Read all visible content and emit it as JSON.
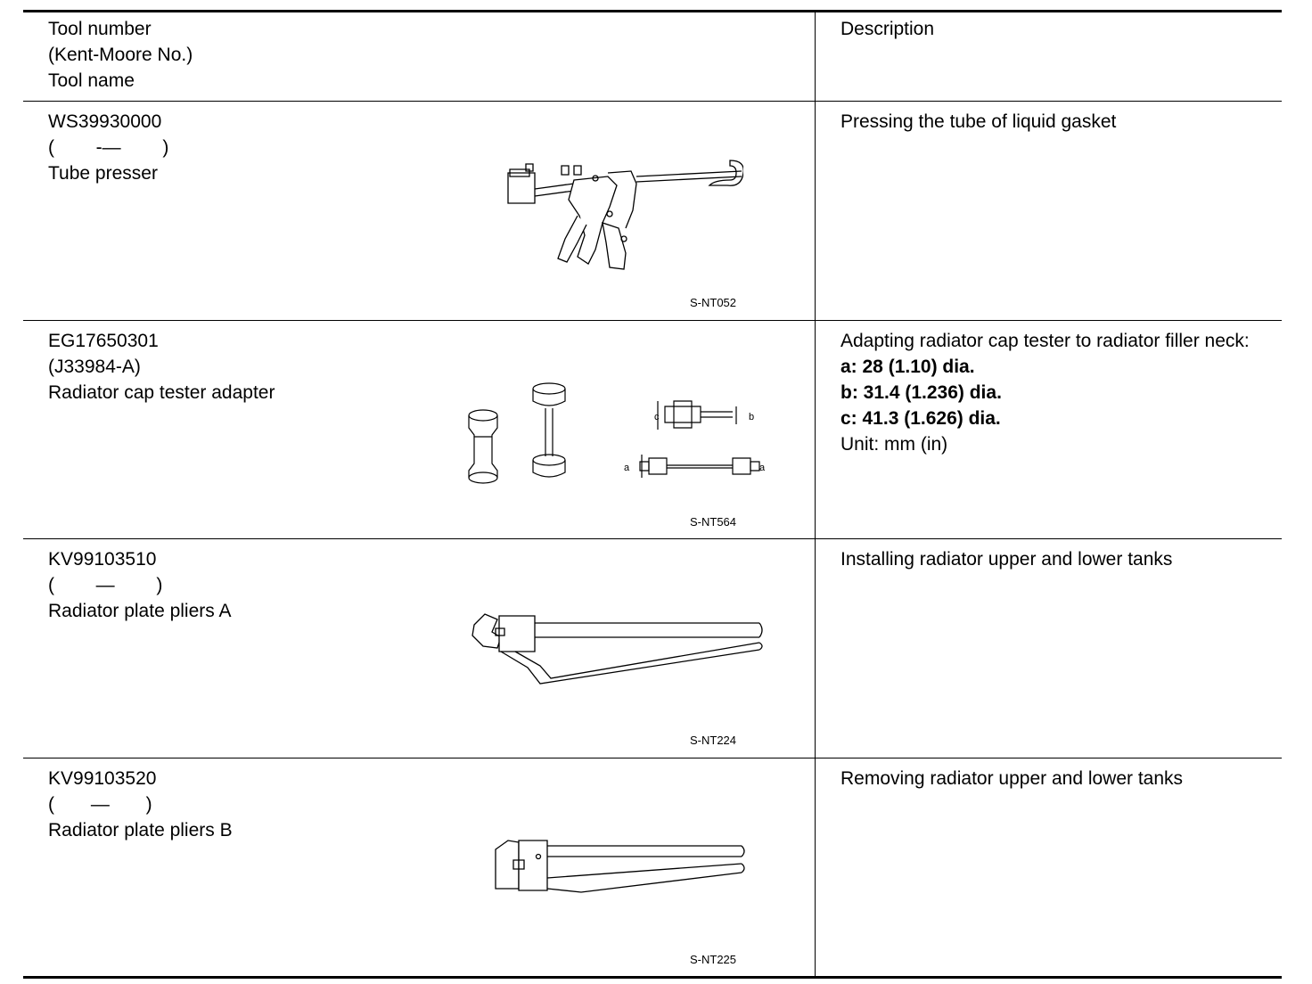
{
  "header": {
    "col1": [
      "Tool number",
      "(Kent-Moore No.)",
      "Tool name"
    ],
    "col2": "Description"
  },
  "rows": [
    {
      "tool_number": "WS39930000",
      "kent_moore": "(        -—        )",
      "tool_name": "Tube presser",
      "description": [
        "Pressing the tube of liquid gasket"
      ],
      "figure_code": "S-NT052",
      "icon": "tube-presser-illustration"
    },
    {
      "tool_number": "EG17650301",
      "kent_moore": "(J33984-A)",
      "tool_name": "Radiator cap tester adapter",
      "description": [
        "Adapting radiator cap tester to radiator filler neck:",
        "a: 28 (1.10) dia.",
        "b: 31.4 (1.236) dia.",
        "c: 41.3 (1.626) dia.",
        "Unit: mm (in)"
      ],
      "figure_code": "S-NT564",
      "figure_labels": [
        "c",
        "b",
        "a",
        "a"
      ],
      "icon": "cap-tester-adapter-illustration"
    },
    {
      "tool_number": "KV99103510",
      "kent_moore": "(        —        )",
      "tool_name": "Radiator plate pliers A",
      "description": [
        "Installing radiator upper and lower tanks"
      ],
      "figure_code": "S-NT224",
      "icon": "plate-pliers-a-illustration"
    },
    {
      "tool_number": "KV99103520",
      "kent_moore": "(       —       )",
      "tool_name": "Radiator plate pliers B",
      "description": [
        "Removing radiator upper and lower tanks"
      ],
      "figure_code": "S-NT225",
      "icon": "plate-pliers-b-illustration"
    }
  ]
}
